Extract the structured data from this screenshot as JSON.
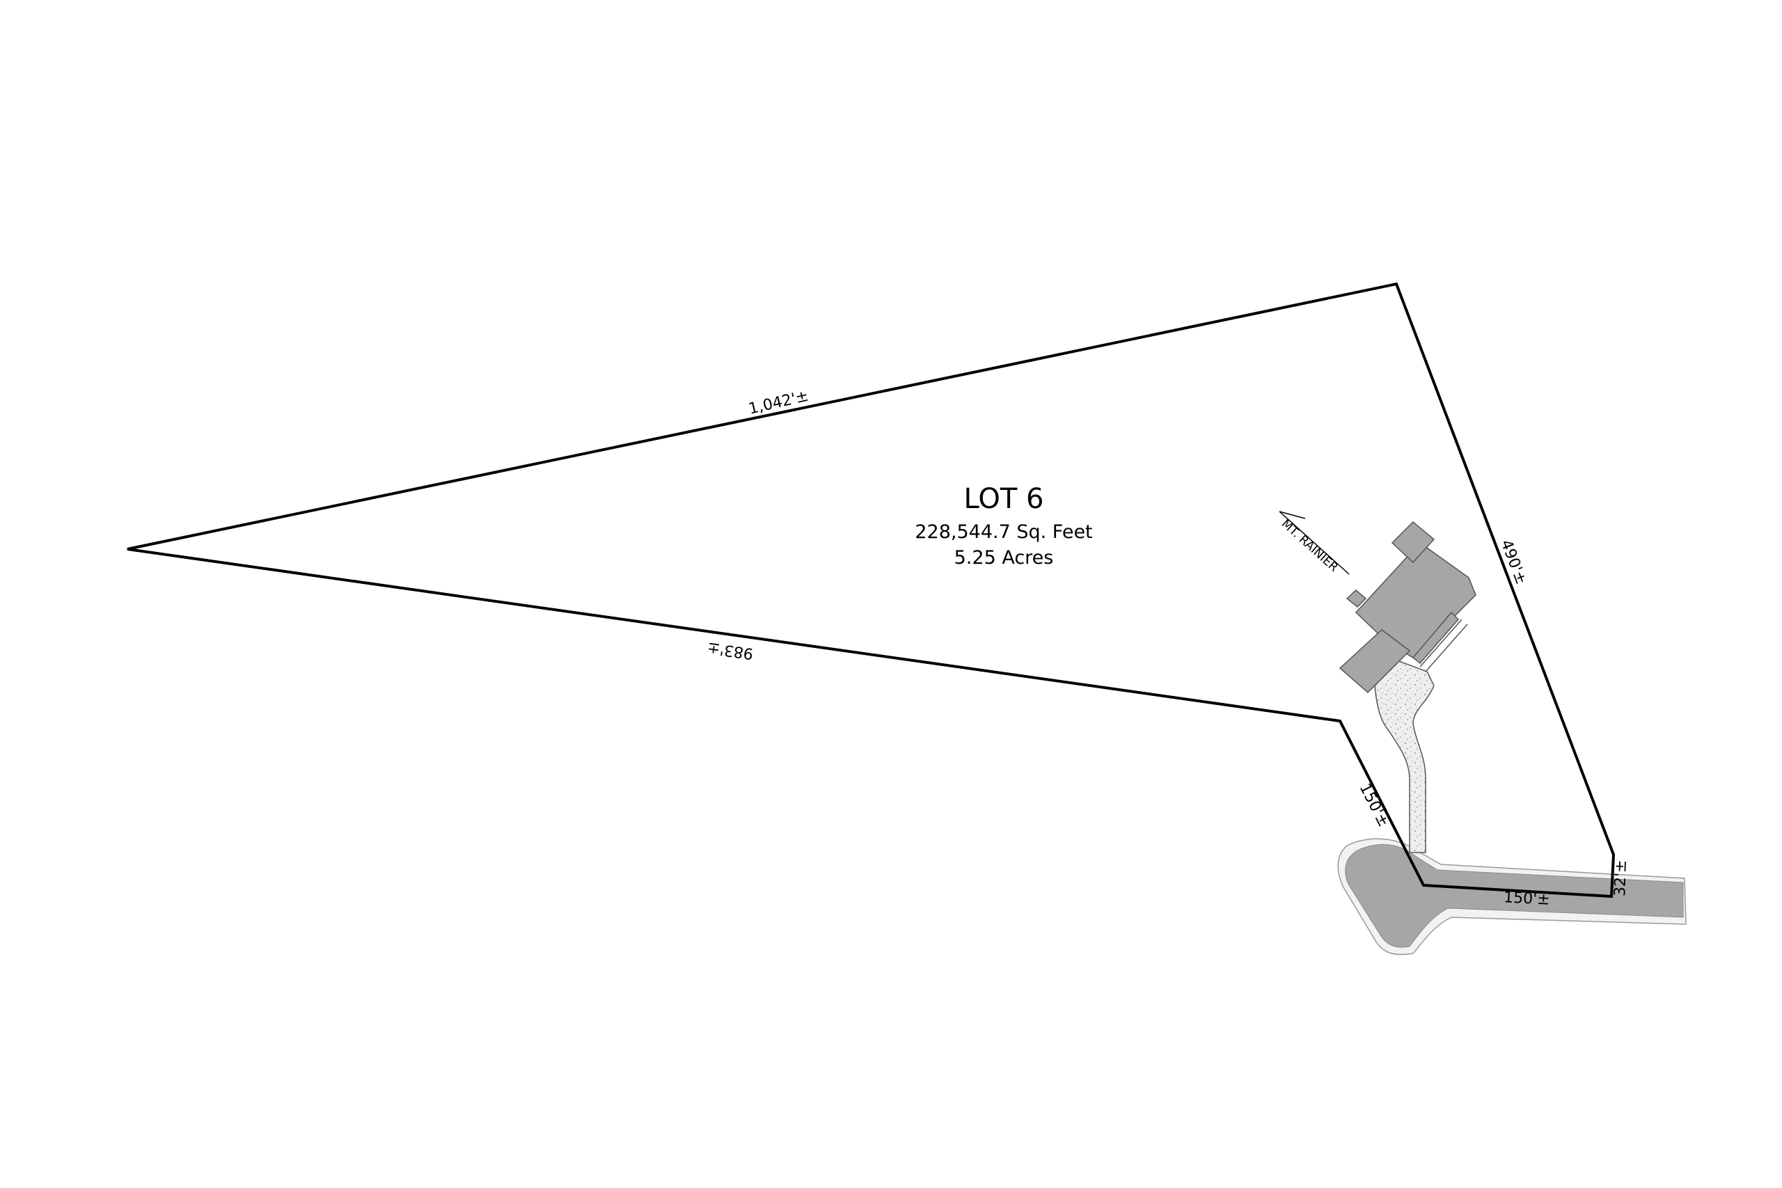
{
  "lot": {
    "title": "LOT 6",
    "area_sqft": "228,544.7 Sq. Feet",
    "area_acres": "5.25 Acres"
  },
  "dimensions": {
    "north_edge": "1,042'±",
    "south_edge": "983'±",
    "east_edge": "490'±",
    "lower_west_edge": "150'±",
    "frontage": "150'±",
    "frontage_end": "32'±"
  },
  "view_note": "MT. RAINIER",
  "colors": {
    "line": "#000000",
    "building": "#a6a6a6",
    "road": "#a6a6a6",
    "gravel": "#eeeeee"
  }
}
